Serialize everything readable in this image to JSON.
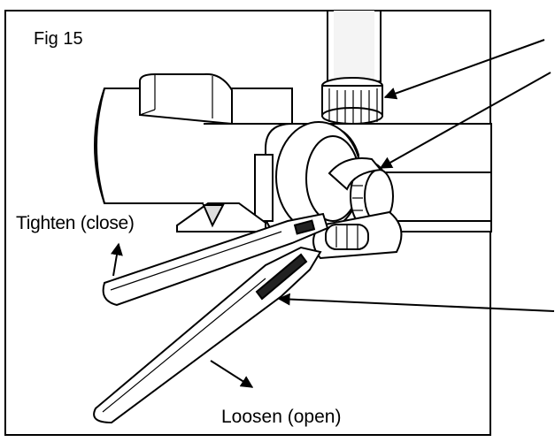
{
  "figure": {
    "title": "Fig 15",
    "tighten_label": "Tighten (close)",
    "loosen_label": "Loosen (open)"
  },
  "colors": {
    "line": "#000000",
    "background": "#ffffff",
    "shade": "#e6e6e6"
  }
}
